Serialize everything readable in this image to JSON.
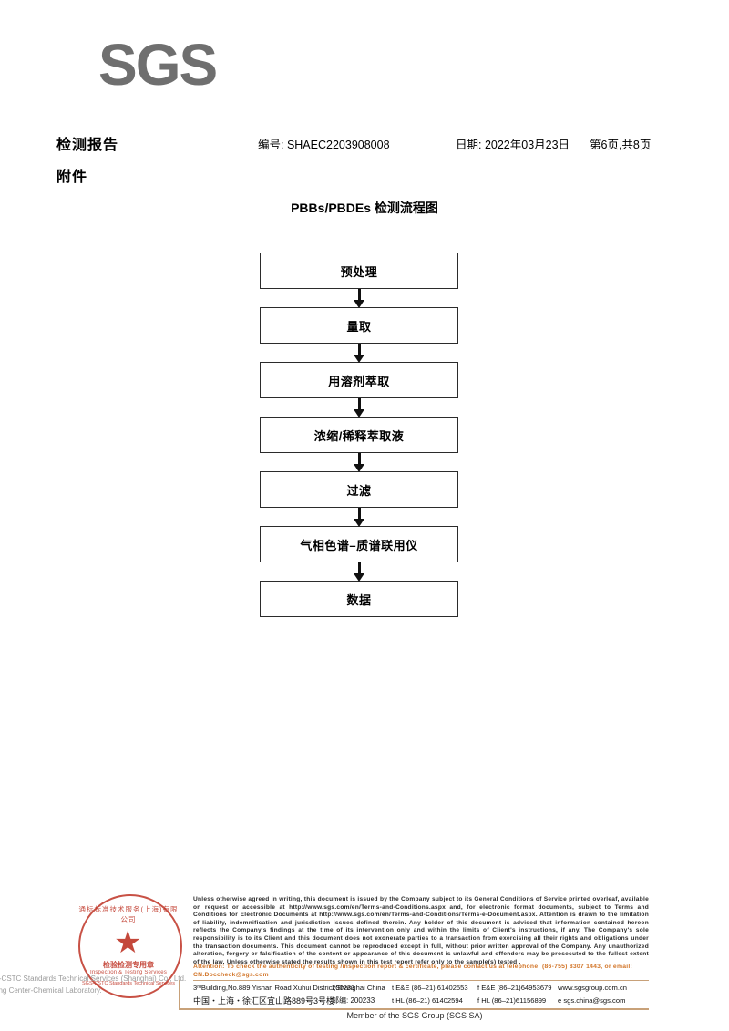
{
  "brand": {
    "logo_text": "SGS",
    "logo_color": "#6f6f6f",
    "rule_color": "#c8a179"
  },
  "header": {
    "report_title": "检测报告",
    "report_no": "编号: SHAEC2203908008",
    "date": "日期: 2022年03月23日",
    "page_info": "第6页,共8页",
    "attachment_label": "附件"
  },
  "flow": {
    "title": "PBBs/PBDEs 检测流程图",
    "steps": [
      {
        "label": "预处理"
      },
      {
        "label": "量取"
      },
      {
        "label": "用溶剂萃取"
      },
      {
        "label": "浓缩/稀释萃取液"
      },
      {
        "label": "过滤"
      },
      {
        "label": "气相色谱–质谱联用仪"
      },
      {
        "label": "数据"
      }
    ]
  },
  "footer": {
    "seal": {
      "arc_top": "通标标准技术服务(上海)有限公司",
      "mid_cn": "检验检测专用章",
      "mid_en": "Inspection & Testing Services",
      "arc_bottom": "SGS-CSTC Standards Technical Services",
      "star": "★",
      "color": "#c0392b",
      "overlay_line1": "SGS-CSTC Standards Technical Services (Shanghai) Co., Ltd.",
      "overlay_line2": "Testing Center-Chemical Laboratory."
    },
    "disclaimer": "Unless otherwise agreed in writing, this document is issued by the Company subject to its General Conditions of Service printed overleaf, available on request or accessible at http://www.sgs.com/en/Terms-and-Conditions.aspx and, for electronic format documents, subject to Terms and Conditions for Electronic Documents at http://www.sgs.com/en/Terms-and-Conditions/Terms-e-Document.aspx. Attention is drawn to the limitation of liability, indemnification and jurisdiction issues defined therein. Any holder of this document is advised that information contained hereon reflects the Company's findings at the time of its intervention only and within the limits of Client's instructions, if any. The Company's sole responsibility is to its Client and this document does not exonerate parties to a transaction from exercising all their rights and obligations under the transaction documents. This document cannot be reproduced except in full, without prior written approval of the Company. Any unauthorized alteration, forgery or falsification of the content or appearance of this document is unlawful and offenders may be prosecuted to the fullest extent of the law. Unless otherwise stated the results shown in this test report refer only to the sample(s) tested .",
    "attention": "Attention: To check the authenticity of testing /inspection report & certificate, please contact us at telephone: (86-755) 8307 1443, or email: CN.Doccheck@sgs.com",
    "attention_color": "#d2762a",
    "address": {
      "line_en": {
        "street": "3ʳᵈBuilding,No.889 Yishan Road Xuhui District,Shanghai China",
        "postcode": "200233",
        "tel": "t E&E (86–21) 61402553",
        "fax": "f E&E (86–21)64953679",
        "web": "www.sgsgroup.com.cn"
      },
      "line_cn": {
        "street": "中国・上海・徐汇区宜山路889号3号楼",
        "postcode": "邮编: 200233",
        "tel": "t HL (86–21) 61402594",
        "fax": "f HL (86–21)61156899",
        "web": "e  sgs.china@sgs.com"
      }
    },
    "member_note": "Member of the SGS Group (SGS SA)"
  }
}
